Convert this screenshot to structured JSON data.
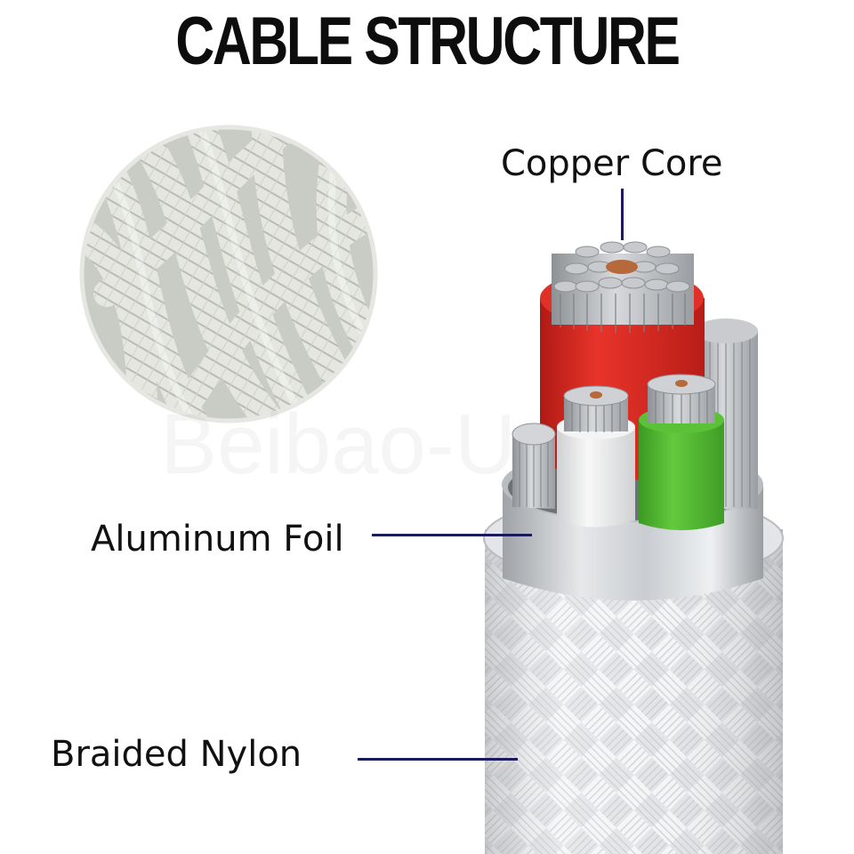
{
  "diagram": {
    "title": "CABLE STRUCTURE",
    "watermark": "Beibao-U",
    "labels": {
      "copper_core": "Copper Core",
      "aluminum_foil": "Aluminum Foil",
      "braided_nylon": "Braided Nylon"
    },
    "colors": {
      "leader_line": "#1b1b5c",
      "red_insulation": "#d4231c",
      "green_insulation": "#4eb52e",
      "white_insulation": "#ececec",
      "braid_silver": "#d8dade",
      "copper": "#b66a3c"
    }
  }
}
